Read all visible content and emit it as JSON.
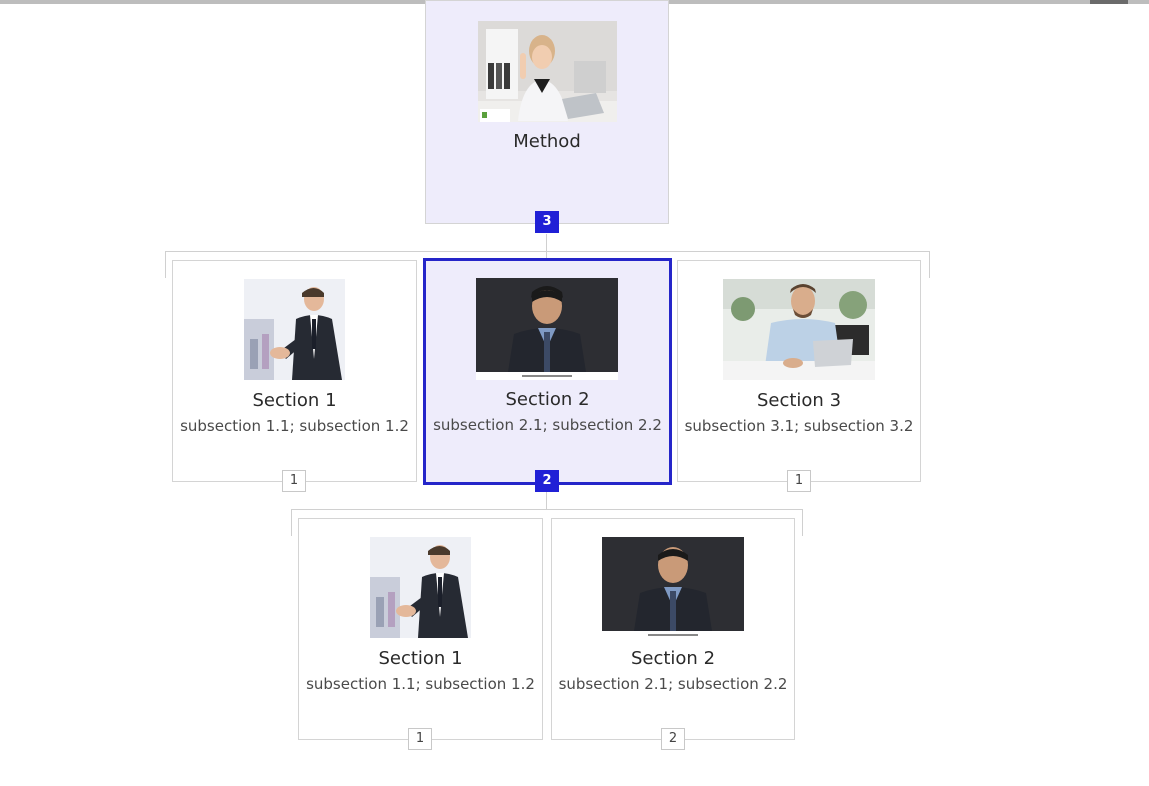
{
  "root": {
    "title": "Method",
    "badge": "3",
    "photo_icon": "woman-at-desk-photo-icon"
  },
  "level1": [
    {
      "title": "Section 1",
      "sub": "subsection 1.1; subsection 1.2",
      "badge": "1",
      "photo_icon": "handshake-man-photo-icon"
    },
    {
      "title": "Section 2",
      "sub": "subsection 2.1; subsection 2.2",
      "badge": "2",
      "photo_icon": "man-dark-background-photo-icon"
    },
    {
      "title": "Section 3",
      "sub": "subsection 3.1; subsection 3.2",
      "badge": "1",
      "photo_icon": "man-at-laptop-photo-icon"
    }
  ],
  "level2": [
    {
      "title": "Section 1",
      "sub": "subsection 1.1; subsection 1.2",
      "badge": "1",
      "photo_icon": "handshake-man-photo-icon"
    },
    {
      "title": "Section 2",
      "sub": "subsection 2.1; subsection 2.2",
      "badge": "2",
      "photo_icon": "man-dark-background-photo-icon"
    }
  ],
  "colors": {
    "selected_border": "#2525c9",
    "active_badge": "#2020d6",
    "tint": "#eeecfb"
  }
}
